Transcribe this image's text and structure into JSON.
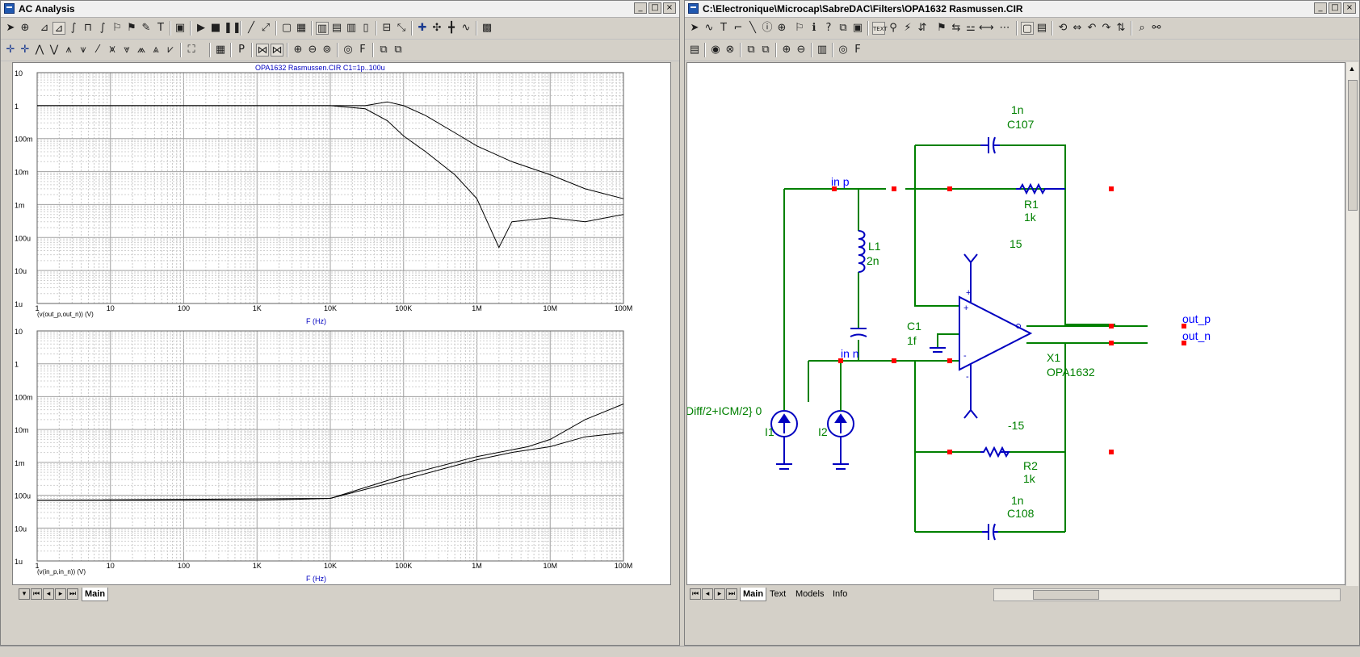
{
  "left_window": {
    "title": "AC Analysis",
    "controls": [
      "_",
      "□",
      "×"
    ],
    "tabs": [
      "Main"
    ]
  },
  "right_window": {
    "title": "C:\\Electronique\\Microcap\\SabreDAC\\Filters\\OPA1632 Rasmussen.CIR",
    "controls": [
      "_",
      "□",
      "×"
    ],
    "tabs": [
      "Main",
      "Text",
      "Models",
      "Info"
    ]
  },
  "plots": {
    "title": "OPA1632 Rasmussen.CIR C1=1p..100u",
    "y_ticks": [
      "10",
      "1",
      "100m",
      "10m",
      "1m",
      "100u",
      "10u",
      "1u"
    ],
    "x_ticks": [
      "1",
      "10",
      "100",
      "1K",
      "10K",
      "100K",
      "1M",
      "10M",
      "100M"
    ],
    "x_label": "F (Hz)",
    "top_expr": "(v(out_p,out_n)) (V)",
    "bottom_expr": "(v(in_p,in_n)) (V)"
  },
  "chart_data": [
    {
      "type": "line",
      "title": "OPA1632 Rasmussen.CIR C1=1p..100u",
      "xlabel": "F (Hz)",
      "ylabel": "(v(out_p,out_n)) (V)",
      "xscale": "log",
      "yscale": "log",
      "xlim": [
        1,
        100000000
      ],
      "ylim": [
        1e-06,
        10
      ],
      "grid": true,
      "series": [
        {
          "x": [
            1,
            1000,
            10000,
            30000,
            60000,
            100000,
            200000,
            500000,
            1000000,
            3000000,
            10000000,
            30000000,
            100000000
          ],
          "y": [
            1,
            1,
            1,
            1,
            1.3,
            1,
            0.5,
            0.15,
            0.06,
            0.02,
            0.008,
            0.003,
            0.0015
          ]
        },
        {
          "x": [
            1,
            1000,
            10000,
            30000,
            60000,
            100000,
            200000,
            500000,
            1000000,
            2000000,
            3000000,
            10000000,
            30000000,
            100000000
          ],
          "y": [
            1,
            1,
            1,
            0.8,
            0.35,
            0.12,
            0.04,
            0.008,
            0.0015,
            5e-05,
            0.0003,
            0.0004,
            0.0003,
            0.0005
          ]
        }
      ]
    },
    {
      "type": "line",
      "xlabel": "F (Hz)",
      "ylabel": "(v(in_p,in_n)) (V)",
      "xscale": "log",
      "yscale": "log",
      "xlim": [
        1,
        100000000
      ],
      "ylim": [
        1e-06,
        10
      ],
      "grid": true,
      "series": [
        {
          "x": [
            1,
            1000,
            10000,
            100000,
            1000000,
            3000000,
            10000000,
            30000000,
            100000000
          ],
          "y": [
            7e-05,
            7e-05,
            8e-05,
            0.0003,
            0.0012,
            0.002,
            0.003,
            0.006,
            0.008
          ]
        },
        {
          "x": [
            1,
            10000,
            100000,
            1000000,
            5000000,
            10000000,
            30000000,
            100000000
          ],
          "y": [
            7e-05,
            8e-05,
            0.0004,
            0.0015,
            0.003,
            0.005,
            0.02,
            0.06
          ]
        }
      ]
    }
  ],
  "schematic": {
    "labels": {
      "in_p": "in p",
      "in_n": "in n",
      "out_p": "out_p",
      "out_n": "out_n",
      "c107_val": "1n",
      "c107_name": "C107",
      "r1_name": "R1",
      "r1_val": "1k",
      "l1_name": "L1",
      "l1_val": "2n",
      "c1_name": "C1",
      "c1_val": "1f",
      "vpos": "15",
      "vneg": "-15",
      "x1_name": "X1",
      "x1_model": "OPA1632",
      "r2_name": "R2",
      "r2_val": "1k",
      "c108_val": "1n",
      "c108_name": "C108",
      "source_expr": "Diff/2+ICM/2} 0",
      "i1_name": "I1",
      "i2_name": "I2"
    },
    "colors": {
      "wire": "#008000",
      "component": "#0000c0",
      "node": "#ff0000",
      "text_green": "#008000",
      "text_blue": "#0000ff"
    }
  }
}
